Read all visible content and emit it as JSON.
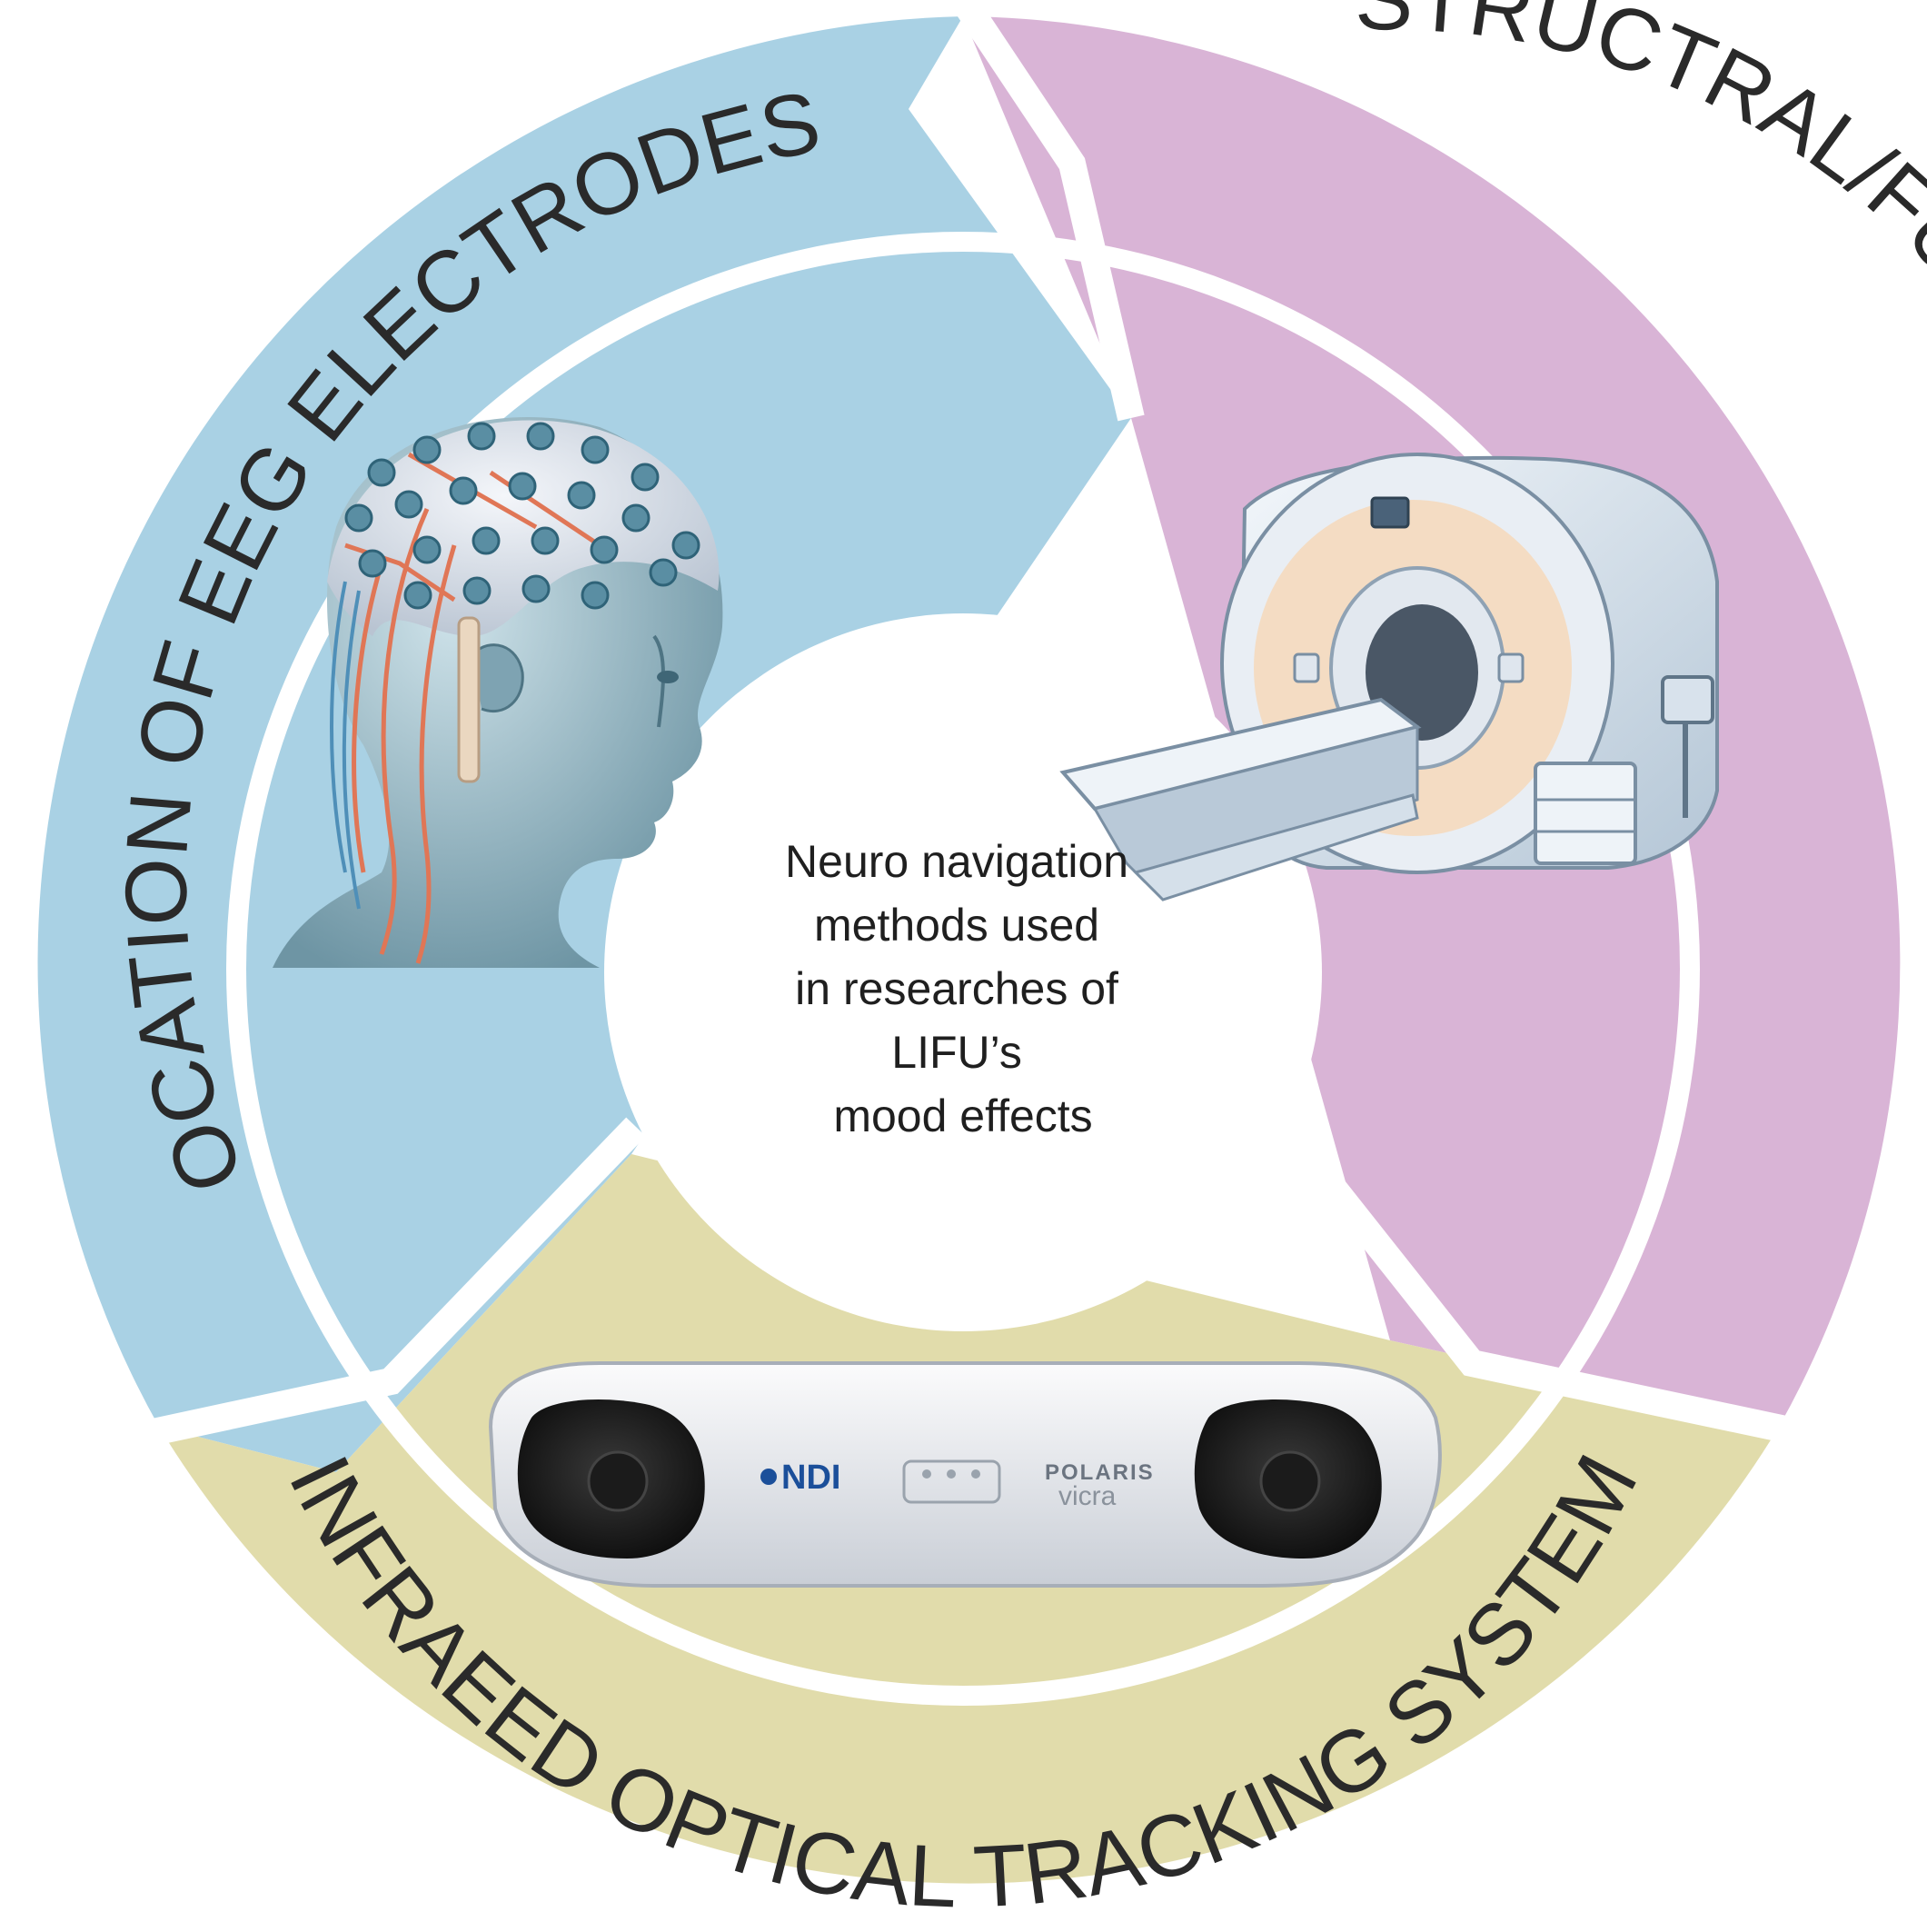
{
  "center": {
    "lines": [
      "Neuro navigation",
      "methods used",
      "in researches of",
      "LIFU’s",
      "mood effects"
    ]
  },
  "segments": {
    "eeg": {
      "label": "LOCATION OF EEG ELECTRODES",
      "color": "#a9d1e4",
      "icon": "eeg-cap-head-illustration"
    },
    "mri": {
      "label": "STRUCTRAL/FUNCTIOANL MRI IMAGE",
      "color": "#d9b4d6",
      "icon": "mri-scanner-illustration"
    },
    "ir": {
      "label": "INFRAEED OPTICAL TRACKING SYSTEM",
      "color": "#e1dcab",
      "icon": "optical-tracking-camera-illustration"
    }
  },
  "device": {
    "brand": "NDI",
    "model_top": "POLARIS",
    "model_bottom": "vicra"
  }
}
